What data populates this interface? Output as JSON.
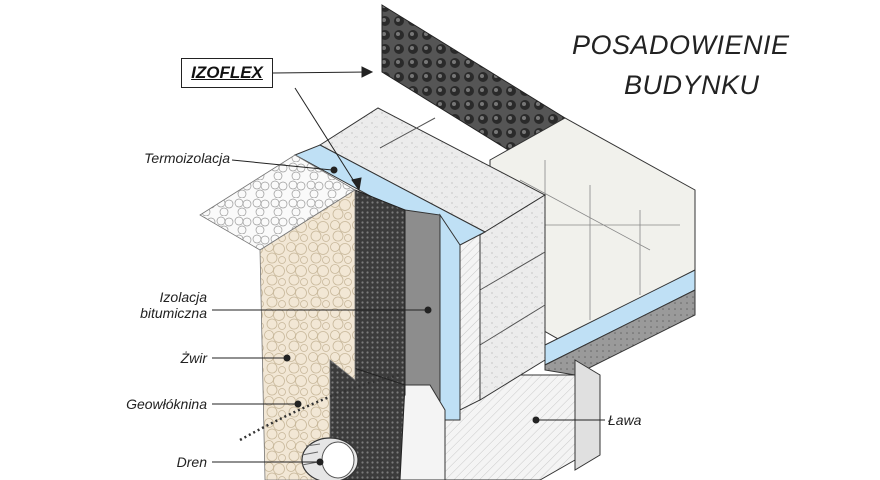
{
  "title": {
    "line1": "POSADOWIENIE",
    "line2": "BUDYNKU"
  },
  "callout": {
    "product": "IZOFLEX"
  },
  "labels": {
    "termoizolacja": "Termoizolacja",
    "izolacja_line1": "Izolacja",
    "izolacja_line2": "bitumiczna",
    "zwir": "Żwir",
    "geowloknina": "Geowłóknina",
    "dren": "Dren",
    "lawa": "Ława"
  },
  "colors": {
    "insulation": "#bfe0f5",
    "gravel": "#f1e6d3",
    "bitumen": "#8a8a8a",
    "membrane": "#3a3a3a",
    "concrete": "#e8e8e8",
    "line": "#222222"
  }
}
